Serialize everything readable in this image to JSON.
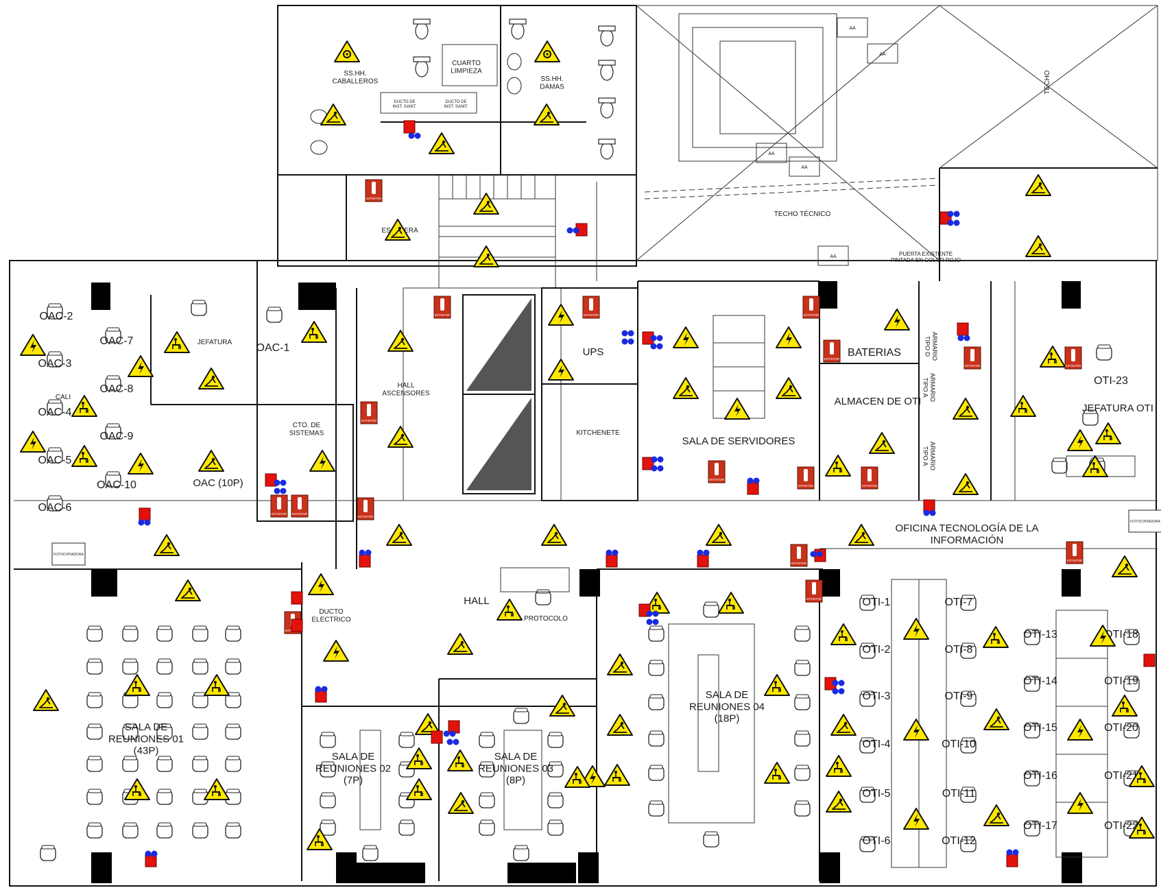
{
  "rooms": {
    "ssHhCaballeros": "SS.HH.\nCABALLEROS",
    "cuartoLimpieza": "CUARTO\nLIMPIEZA",
    "ssHhDamas": "SS.HH.\nDAMAS",
    "ductoSanit1": "DUCTO DE\nINST. SANIT.",
    "ductoSanit2": "DUCTO DE\nINST. SANIT.",
    "techoTecnico": "TECHO TÉCNICO",
    "techo": "TECHO",
    "puertaExistente": "PUERTA EXISTENTE\nPINTADA EN COLOR ROJO",
    "hallAscensores": "HALL\nASCENSORES",
    "ups": "UPS",
    "kitchenette": "KITCHENETE",
    "baterias": "BATERIAS",
    "almacenOti": "ALMACEN DE OTI",
    "salaServidores": "SALA DE SERVIDORES",
    "ctoSistemas": "CTO. DE\nSISTEMAS",
    "oac10p": "OAC (10P)",
    "jefatura": "JEFATURA",
    "cali": "CALI",
    "jefaturaOti": "JEFATURA OTI",
    "oficinaTecnologia": "OFICINA TECNOLOGÍA DE LA\nINFORMACIÓN",
    "hall": "HALL",
    "protocolo": "PROTOCOLO",
    "ductoElectrico": "DUCTO\nELECTRICO",
    "sala01": "SALA DE\nREUNIONES 01\n(43P)",
    "sala02": "SALA DE\nREUNIONES 02\n(7P)",
    "sala03": "SALA DE\nREUNIONES 03\n(8P)",
    "sala04": "SALA DE\nREUNIONES 04\n(18P)",
    "escalera": "ESCALERA",
    "armarioD": "ARMARIO\nTIPO D",
    "armarioA1": "ARMARIO\nTIPO A",
    "armarioA2": "ARMARIO\nTIPO A",
    "aaUnits": [
      "AA",
      "AA",
      "AA",
      "AA",
      "AA"
    ]
  },
  "workstations": {
    "oac": [
      "OAC-2",
      "OAC-7",
      "OAC-3",
      "OAC-8",
      "OAC-4",
      "OAC-9",
      "OAC-5",
      "OAC-10",
      "OAC-6",
      "OAC-1"
    ],
    "oti": [
      "OTI-1",
      "OTI-2",
      "OTI-3",
      "OTI-4",
      "OTI-5",
      "OTI-6",
      "OTI-7",
      "OTI-8",
      "OTI-9",
      "OTI-10",
      "OTI-11",
      "OTI-12",
      "OTI-13",
      "OTI-14",
      "OTI-15",
      "OTI-16",
      "OTI-17",
      "OTI-18",
      "OTI-19",
      "OTI-20",
      "OTI-21",
      "OTI-22",
      "OTI-23"
    ]
  },
  "equipment": {
    "extintorLabel": "EXTINTOR",
    "photocopier": "FOTOCOPIADORA"
  },
  "colors": {
    "warningFill": "#ffe800",
    "warningStroke": "#111111",
    "extinguisherRed": "#c8311a",
    "alarmRed": "#e3120b",
    "sensorBlue": "#1a2be0",
    "wall": "#111111"
  }
}
